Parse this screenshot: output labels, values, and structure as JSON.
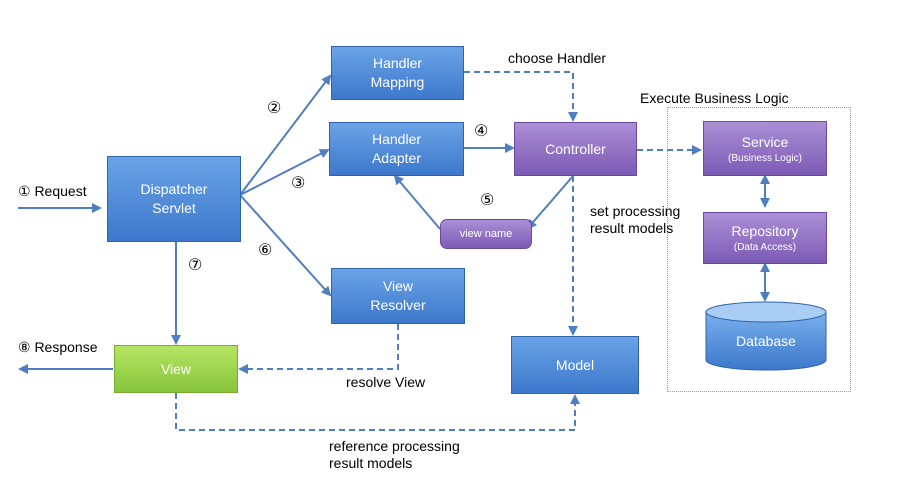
{
  "region_label": "Execute Business Logic",
  "nodes": {
    "dispatcher": [
      "Dispatcher",
      "Servlet"
    ],
    "handler_mapping": [
      "Handler",
      "Mapping"
    ],
    "handler_adapter": [
      "Handler",
      "Adapter"
    ],
    "view_resolver": [
      "View",
      "Resolver"
    ],
    "controller": "Controller",
    "view_name": "view name",
    "view": "View",
    "model": "Model",
    "service": {
      "title": "Service",
      "sub": "(Business Logic)"
    },
    "repository": {
      "title": "Repository",
      "sub": "(Data Access)"
    },
    "database": "Database"
  },
  "labels": {
    "request": "① Request",
    "response": "⑧ Response",
    "choose_handler": "choose Handler",
    "set_processing": [
      "set processing",
      "result models"
    ],
    "resolve_view": "resolve View",
    "reference_processing": [
      "reference processing",
      "result models"
    ]
  },
  "steps": {
    "s2": "②",
    "s3": "③",
    "s4": "④",
    "s5": "⑤",
    "s6": "⑥",
    "s7": "⑦"
  },
  "colors": {
    "arrow": "#4f7fc0",
    "blue_box": "#4a86d6",
    "purple_box": "#8e6cc2",
    "green_box": "#9ad44a"
  }
}
